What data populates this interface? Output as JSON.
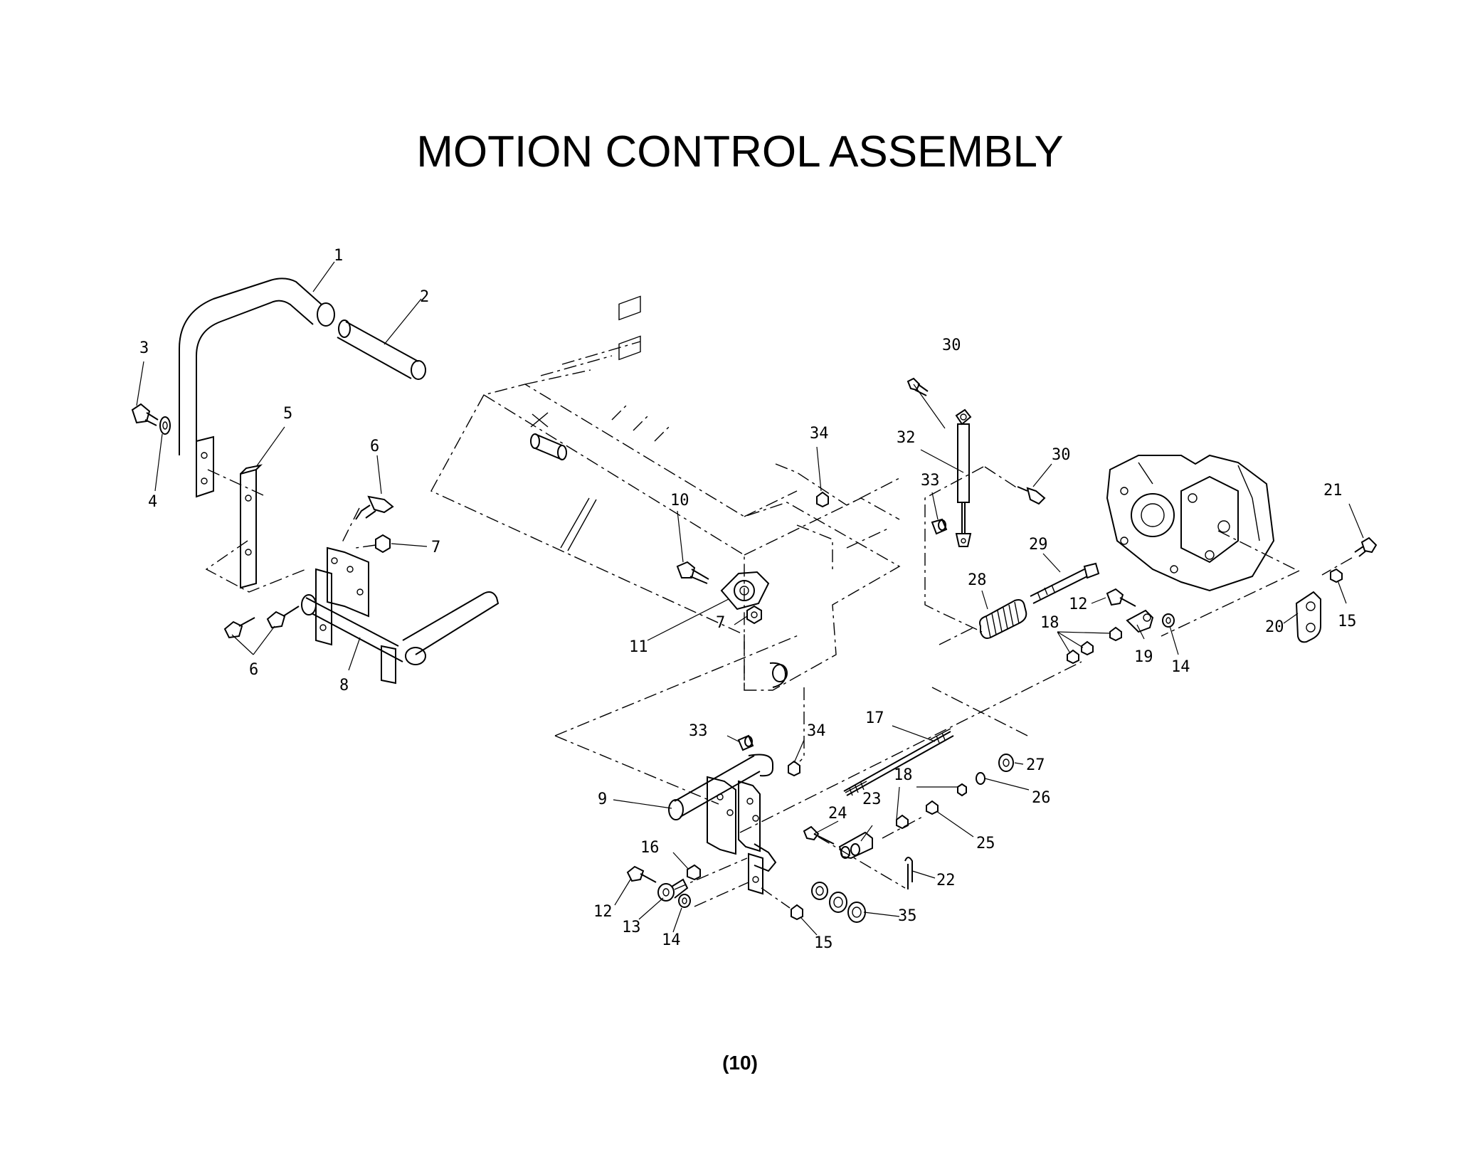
{
  "title": "MOTION CONTROL ASSEMBLY",
  "page_number": "(10)",
  "callouts": {
    "c1": "1",
    "c2": "2",
    "c3": "3",
    "c4": "4",
    "c5": "5",
    "c6a": "6",
    "c6b": "6",
    "c7a": "7",
    "c7b": "7",
    "c8": "8",
    "c9": "9",
    "c10": "10",
    "c11": "11",
    "c12a": "12",
    "c12b": "12",
    "c13": "13",
    "c14a": "14",
    "c14b": "14",
    "c15a": "15",
    "c15b": "15",
    "c16": "16",
    "c17": "17",
    "c18a": "18",
    "c18b": "18",
    "c19": "19",
    "c20": "20",
    "c21": "21",
    "c22": "22",
    "c23": "23",
    "c24": "24",
    "c25": "25",
    "c26": "26",
    "c27": "27",
    "c28": "28",
    "c29": "29",
    "c30a": "30",
    "c30b": "30",
    "c32": "32",
    "c33a": "33",
    "c33b": "33",
    "c34a": "34",
    "c34b": "34",
    "c35": "35"
  }
}
